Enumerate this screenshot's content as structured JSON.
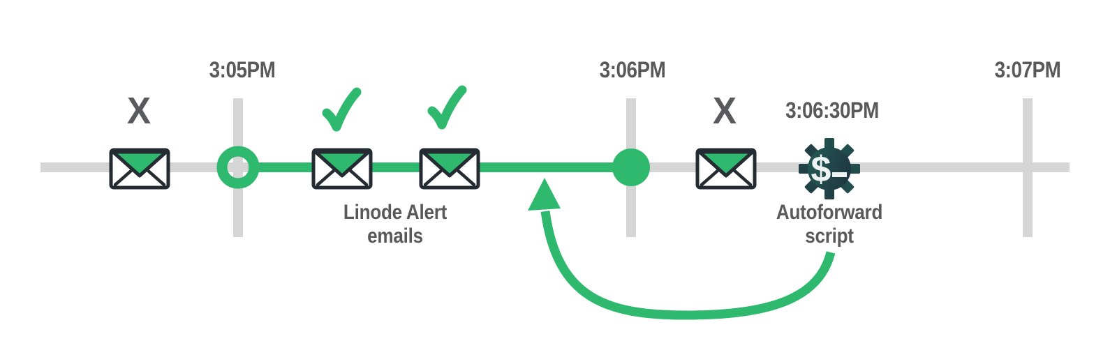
{
  "colors": {
    "green": "#2eb96e",
    "track_gray": "#d5d5d5",
    "label_gray": "#58595b",
    "x_gray": "#595a5d",
    "envelope_outline": "#252b33",
    "gear_teal": "#226057",
    "gear_navy": "#202e3d",
    "gear_glyph_white": "#edf3f2"
  },
  "timeline": {
    "ticks": [
      {
        "label": "3:05PM"
      },
      {
        "label": "3:06PM"
      },
      {
        "label": "3:07PM"
      }
    ]
  },
  "events": [
    {
      "type": "email",
      "status": "missed",
      "status_glyph": "X"
    },
    {
      "type": "email",
      "status": "delivered"
    },
    {
      "type": "email",
      "status": "delivered"
    },
    {
      "type": "email",
      "status": "missed",
      "status_glyph": "X"
    }
  ],
  "captions": {
    "linode": {
      "line1": "Linode Alert",
      "line2": "emails"
    },
    "autoforward": {
      "line1": "Autoforward",
      "line2": "script"
    }
  },
  "gear": {
    "time_label": "3:06:30PM",
    "glyph": "$"
  }
}
